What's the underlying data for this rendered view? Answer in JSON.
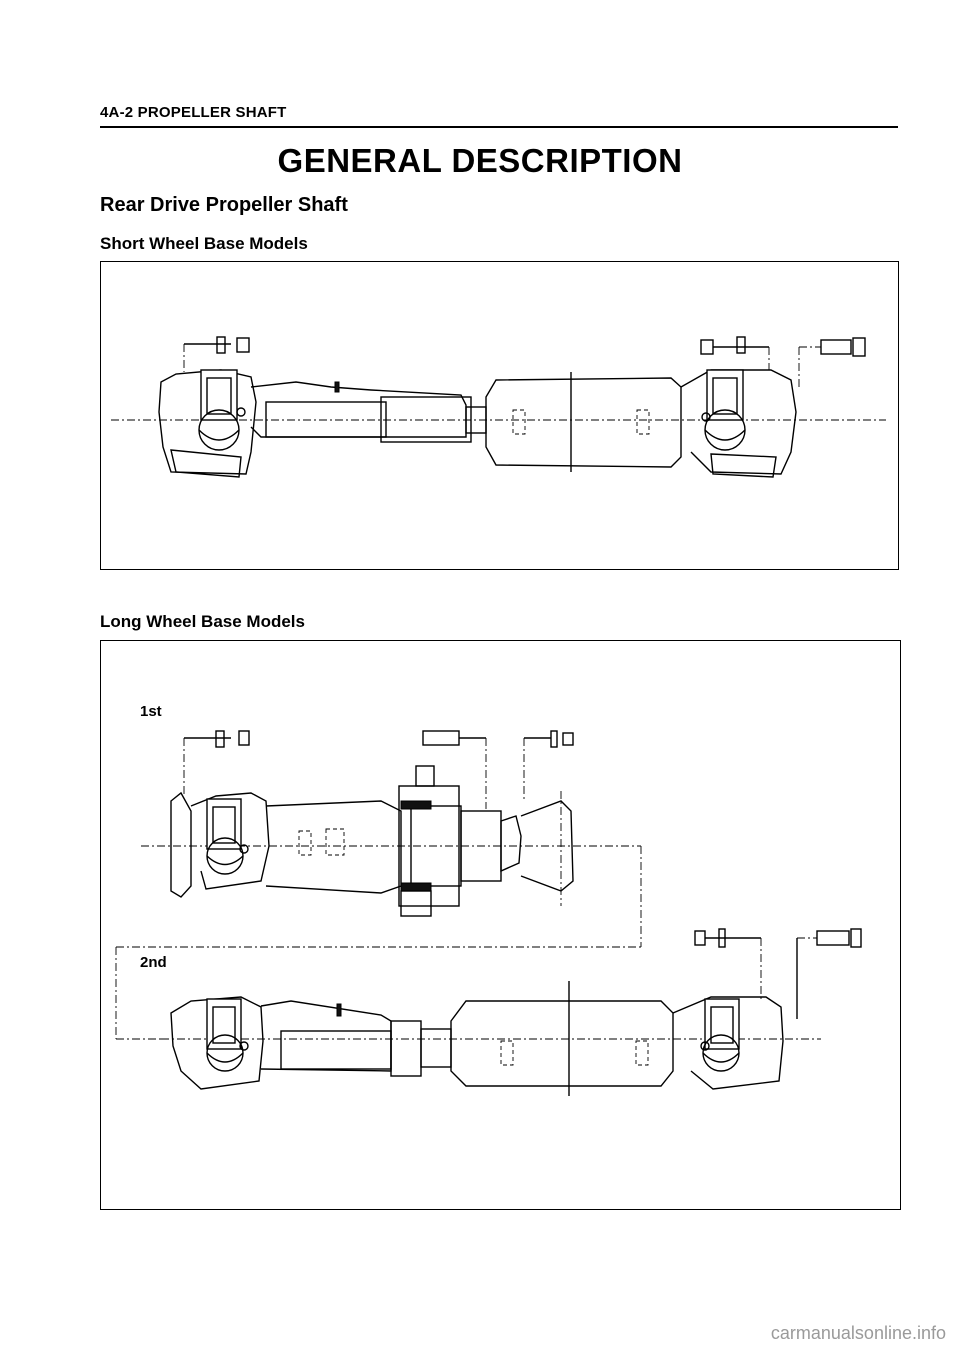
{
  "page_header": "4A-2 PROPELLER SHAFT",
  "title": "GENERAL DESCRIPTION",
  "section_heading": "Rear Drive Propeller Shaft",
  "short_wheel_base": {
    "heading": "Short Wheel Base Models"
  },
  "long_wheel_base": {
    "heading": "Long Wheel Base Models",
    "first_label": "1st",
    "second_label": "2nd"
  },
  "footer": "carmanualsonline.info"
}
